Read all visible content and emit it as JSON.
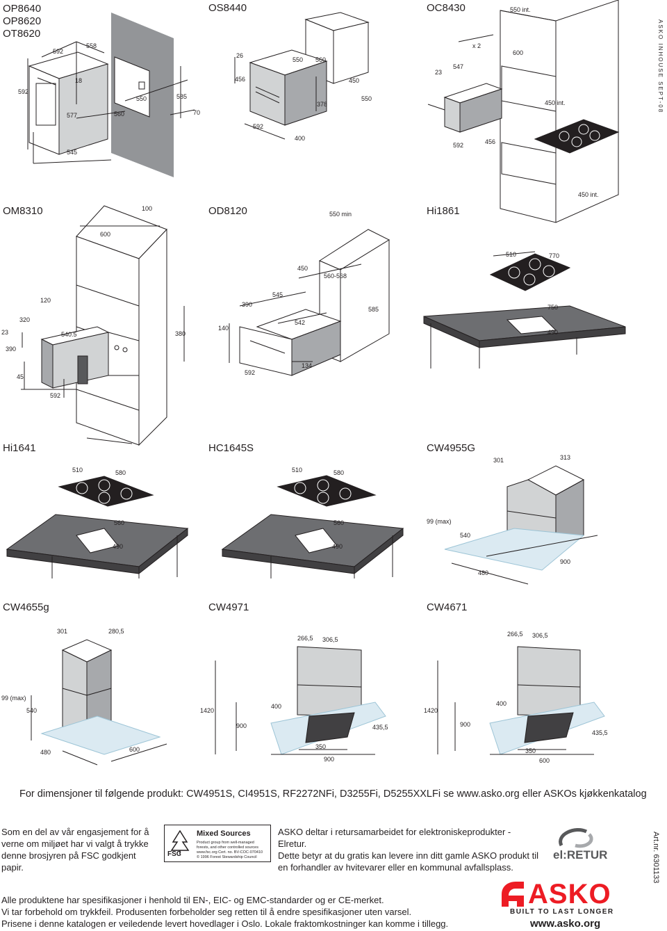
{
  "models": {
    "op": [
      "OP8640",
      "OP8620",
      "OT8620"
    ],
    "os": "OS8440",
    "oc": "OC8430",
    "om": "OM8310",
    "od": "OD8120",
    "hi1861": "Hi1861",
    "hi1641": "Hi1641",
    "hc1645s": "HC1645S",
    "cw4955g": "CW4955G",
    "cw4655g": "CW4655g",
    "cw4971": "CW4971",
    "cw4671": "CW4671"
  },
  "dims": {
    "op": [
      "592",
      "558",
      "18",
      "592",
      "577",
      "560",
      "550",
      "585",
      "70",
      "545"
    ],
    "os": [
      "26",
      "456",
      "550",
      "560",
      "450",
      "550",
      "378",
      "592",
      "400"
    ],
    "oc": [
      "550 int.",
      "x 2",
      "23",
      "547",
      "600",
      "450 int.",
      "592",
      "456"
    ],
    "oc_cook": [
      "450 int."
    ],
    "om": [
      "100",
      "600",
      "120",
      "320",
      "23",
      "540.5",
      "380",
      "390",
      "45",
      "592"
    ],
    "od": [
      "550 min",
      "450",
      "560-568",
      "545",
      "390",
      "542",
      "585",
      "140",
      "592",
      "134"
    ],
    "hi1861": [
      "510",
      "770",
      "750",
      "490"
    ],
    "hi1641": [
      "510",
      "580",
      "560",
      "490"
    ],
    "hc1645s": [
      "510",
      "580",
      "560",
      "490"
    ],
    "cw4955g": [
      "301",
      "313",
      "99 (max)",
      "540",
      "480",
      "900"
    ],
    "cw4655g": [
      "301",
      "280,5",
      "99 (max)",
      "540",
      "480",
      "600"
    ],
    "cw4971": [
      "266,5",
      "306,5",
      "1420",
      "400",
      "900",
      "435,5",
      "350",
      "900"
    ],
    "cw4671": [
      "266,5",
      "306,5",
      "1420",
      "400",
      "900",
      "435,5",
      "350",
      "600"
    ]
  },
  "sidebar": "ASKO INHOUSE SEPT-08",
  "note_main": "For dimensjoner til følgende produkt: CW4951S, CI4951S, RF2272NFi, D3255Fi, D5255XXLFi se www.asko.org eller ASKOs kjøkkenkatalog",
  "fsc_note": [
    "Som en del av vår engasjement for å",
    "verne om miljøet har vi valgt å trykke",
    "denne brosjyren på FSC godkjent papir."
  ],
  "fsc": {
    "title": "Mixed Sources",
    "lines": [
      "Product group from well-managed",
      "forests, and other controlled sources",
      "www.fsc.org  Cert. no. BV-COC-070410",
      "© 1996 Forest Stewardship Council"
    ],
    "logo": "FSC"
  },
  "retur_note": [
    "ASKO deltar i retursamarbeidet for elektroniskeprodukter - Elretur.",
    "Dette betyr at du gratis kan levere inn ditt gamle ASKO produkt til",
    "en forhandler av hvitevarer eller en kommunal avfallsplass."
  ],
  "eretur_logo": "el:RETUR",
  "artnr": "Art.nr. 6301133",
  "footer": [
    "Alle produktene har spesifikasjoner i henhold til EN-, EIC- og EMC-standarder og er CE-merket.",
    "Vi tar forbehold om trykkfeil. Produsenten forbeholder seg retten til å endre spesifikasjoner uten varsel.",
    "Prisene i denne katalogen er veiledende levert hovedlager i Oslo. Lokale fraktomkostninger kan komme i tillegg."
  ],
  "asko": {
    "logo": "ASKO",
    "tagline": "BUILT TO LAST LONGER",
    "url": "www.asko.org"
  }
}
